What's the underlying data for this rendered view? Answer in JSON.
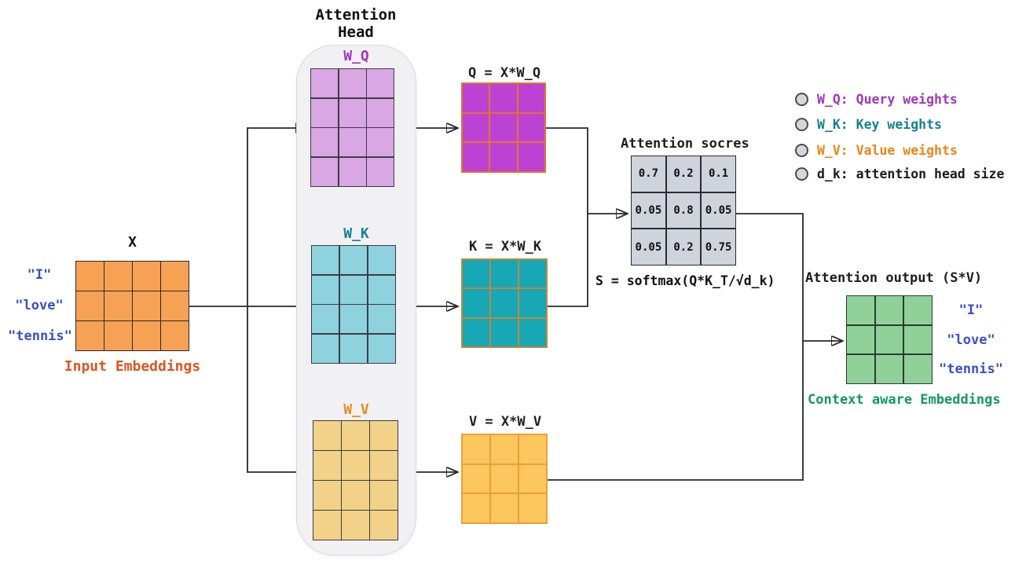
{
  "attention_head": {
    "title_line1": "Attention",
    "title_line2": "Head",
    "wq_label": "W_Q",
    "wk_label": "W_K",
    "wv_label": "W_V"
  },
  "input": {
    "title": "X",
    "rows": [
      "\"I\"",
      "\"love\"",
      "\"tennis\""
    ],
    "caption": "Input Embeddings"
  },
  "projections": {
    "q_label": "Q = X*W_Q",
    "k_label": "K = X*W_K",
    "v_label": "V = X*W_V"
  },
  "scores": {
    "title": "Attention socres",
    "formula": "S = softmax(Q*K_T/√d_k)",
    "values": [
      [
        "0.7",
        "0.2",
        "0.1"
      ],
      [
        "0.05",
        "0.8",
        "0.05"
      ],
      [
        "0.05",
        "0.2",
        "0.75"
      ]
    ]
  },
  "output": {
    "title": "Attention output (S*V)",
    "rows": [
      "\"I\"",
      "\"love\"",
      "\"tennis\""
    ],
    "caption": "Context aware Embeddings"
  },
  "legend": {
    "items": [
      {
        "label": "W_Q: Query weights",
        "color": "#a136bf"
      },
      {
        "label": "W_K: Key weights",
        "color": "#17808f"
      },
      {
        "label": "W_V: Value weights",
        "color": "#ee8419"
      },
      {
        "label": "d_k: attention head size",
        "color": "#1c1c1c"
      }
    ]
  },
  "colors": {
    "input-cell": "#f7a155",
    "wq-cell": "#d9a7e3",
    "wk-cell": "#8ed2de",
    "wv-cell": "#f2d289",
    "q-cell": "#bc42d4",
    "k-cell": "#17a7b5",
    "v-cell": "#fcc75e",
    "score-cell": "#ced3dc",
    "output-cell": "#8fd199",
    "qkv-line": "#e4732d",
    "k-line": "#c08a3a",
    "v-line": "#ef9f33",
    "w-line": "#3c3c46",
    "dark-line": "#2b2b2b",
    "out-line": "#283d2d",
    "wq-label-color": "#a136bf",
    "wk-label-color": "#17808f",
    "wv-label-color": "#e8881f",
    "input-caption-color": "#e1541e",
    "output-caption-color": "#12995e",
    "token-label-color": "#3c4ec9"
  }
}
